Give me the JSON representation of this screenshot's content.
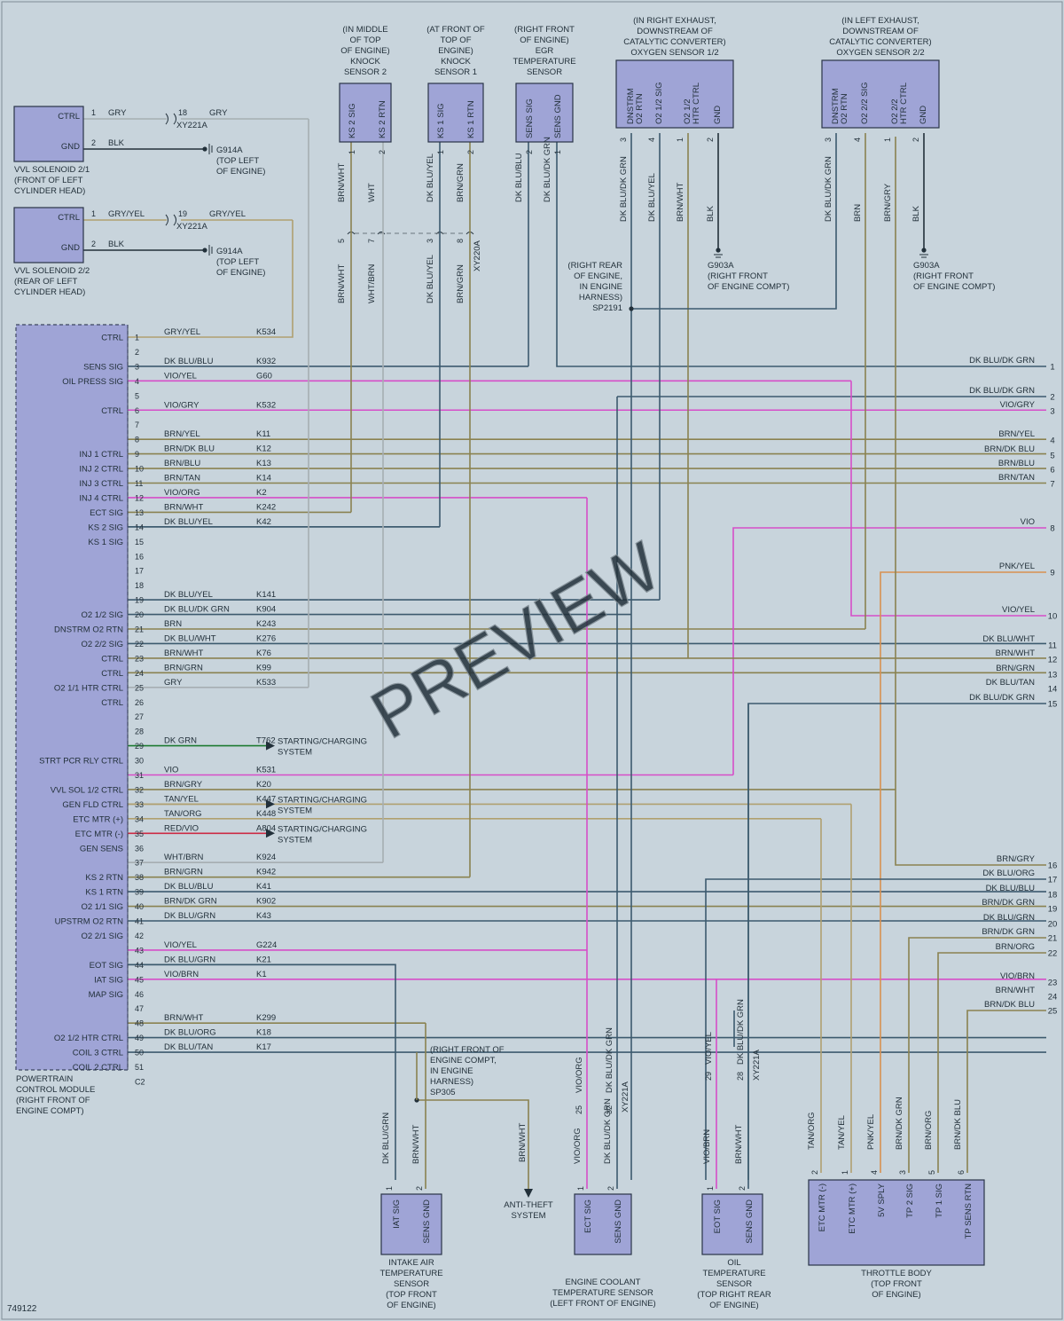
{
  "colors": {
    "background": "#c8d4dc",
    "component_fill": "#9fa4d6",
    "grey": "#a6aeb2",
    "dkblu": "#3c5a6e",
    "magenta": "#d64ec8",
    "olive": "#8a8250",
    "dkgreen": "#1c7a30",
    "red": "#cc2a44",
    "orange": "#d89050",
    "tan": "#b0a070",
    "violet": "#7a4aa0",
    "black": "#22303a"
  },
  "diagram_id": "749122",
  "watermark": "PREVIEW",
  "pcm": {
    "name": [
      "POWERTRAIN",
      "CONTROL MODULE",
      "(RIGHT FRONT OF",
      "ENGINE COMPT)"
    ],
    "connector": "C2",
    "pins": [
      {
        "n": "1",
        "func": "CTRL",
        "color": "GRY/YEL",
        "circuit": "K534"
      },
      {
        "n": "2",
        "func": "",
        "color": "",
        "circuit": ""
      },
      {
        "n": "3",
        "func": "SENS SIG",
        "color": "DK BLU/BLU",
        "circuit": "K932"
      },
      {
        "n": "4",
        "func": "OIL PRESS SIG",
        "color": "VIO/YEL",
        "circuit": "G60"
      },
      {
        "n": "5",
        "func": "",
        "color": "",
        "circuit": ""
      },
      {
        "n": "6",
        "func": "CTRL",
        "color": "VIO/GRY",
        "circuit": "K532"
      },
      {
        "n": "7",
        "func": "",
        "color": "",
        "circuit": ""
      },
      {
        "n": "8",
        "func": "",
        "color": "BRN/YEL",
        "circuit": "K11"
      },
      {
        "n": "9",
        "func": "INJ 1 CTRL",
        "color": "BRN/DK BLU",
        "circuit": "K12"
      },
      {
        "n": "10",
        "func": "INJ 2 CTRL",
        "color": "BRN/BLU",
        "circuit": "K13"
      },
      {
        "n": "11",
        "func": "INJ 3 CTRL",
        "color": "BRN/TAN",
        "circuit": "K14"
      },
      {
        "n": "12",
        "func": "INJ 4 CTRL",
        "color": "VIO/ORG",
        "circuit": "K2"
      },
      {
        "n": "13",
        "func": "ECT SIG",
        "color": "BRN/WHT",
        "circuit": "K242"
      },
      {
        "n": "14",
        "func": "KS 2 SIG",
        "color": "DK BLU/YEL",
        "circuit": "K42"
      },
      {
        "n": "15",
        "func": "KS 1 SIG",
        "color": "",
        "circuit": ""
      },
      {
        "n": "16",
        "func": "",
        "color": "",
        "circuit": ""
      },
      {
        "n": "17",
        "func": "",
        "color": "",
        "circuit": ""
      },
      {
        "n": "18",
        "func": "",
        "color": "",
        "circuit": ""
      },
      {
        "n": "19",
        "func": "",
        "color": "DK BLU/YEL",
        "circuit": "K141"
      },
      {
        "n": "20",
        "func": "O2 1/2 SIG",
        "color": "DK BLU/DK GRN",
        "circuit": "K904"
      },
      {
        "n": "21",
        "func": "DNSTRM O2 RTN",
        "color": "BRN",
        "circuit": "K243"
      },
      {
        "n": "22",
        "func": "O2 2/2 SIG",
        "color": "DK BLU/WHT",
        "circuit": "K276"
      },
      {
        "n": "23",
        "func": "CTRL",
        "color": "BRN/WHT",
        "circuit": "K76"
      },
      {
        "n": "24",
        "func": "CTRL",
        "color": "BRN/GRN",
        "circuit": "K99"
      },
      {
        "n": "25",
        "func": "O2 1/1 HTR CTRL",
        "color": "GRY",
        "circuit": "K533"
      },
      {
        "n": "26",
        "func": "CTRL",
        "color": "",
        "circuit": ""
      },
      {
        "n": "27",
        "func": "",
        "color": "",
        "circuit": ""
      },
      {
        "n": "28",
        "func": "",
        "color": "",
        "circuit": ""
      },
      {
        "n": "29",
        "func": "",
        "color": "DK GRN",
        "circuit": "T762"
      },
      {
        "n": "30",
        "func": "STRT PCR RLY CTRL",
        "color": "",
        "circuit": ""
      },
      {
        "n": "31",
        "func": "",
        "color": "VIO",
        "circuit": "K531"
      },
      {
        "n": "32",
        "func": "VVL SOL 1/2 CTRL",
        "color": "BRN/GRY",
        "circuit": "K20"
      },
      {
        "n": "33",
        "func": "GEN FLD CTRL",
        "color": "TAN/YEL",
        "circuit": "K447"
      },
      {
        "n": "34",
        "func": "ETC MTR (+)",
        "color": "TAN/ORG",
        "circuit": "K448"
      },
      {
        "n": "35",
        "func": "ETC MTR (-)",
        "color": "RED/VIO",
        "circuit": "A804"
      },
      {
        "n": "36",
        "func": "GEN SENS",
        "color": "",
        "circuit": ""
      },
      {
        "n": "37",
        "func": "",
        "color": "WHT/BRN",
        "circuit": "K924"
      },
      {
        "n": "38",
        "func": "KS 2 RTN",
        "color": "BRN/GRN",
        "circuit": "K942"
      },
      {
        "n": "39",
        "func": "KS 1 RTN",
        "color": "DK BLU/BLU",
        "circuit": "K41"
      },
      {
        "n": "40",
        "func": "O2 1/1 SIG",
        "color": "BRN/DK GRN",
        "circuit": "K902"
      },
      {
        "n": "41",
        "func": "UPSTRM O2 RTN",
        "color": "DK BLU/GRN",
        "circuit": "K43"
      },
      {
        "n": "42",
        "func": "O2 2/1 SIG",
        "color": "",
        "circuit": ""
      },
      {
        "n": "43",
        "func": "",
        "color": "VIO/YEL",
        "circuit": "G224"
      },
      {
        "n": "44",
        "func": "EOT SIG",
        "color": "DK BLU/GRN",
        "circuit": "K21"
      },
      {
        "n": "45",
        "func": "IAT SIG",
        "color": "VIO/BRN",
        "circuit": "K1"
      },
      {
        "n": "46",
        "func": "MAP SIG",
        "color": "",
        "circuit": ""
      },
      {
        "n": "47",
        "func": "",
        "color": "",
        "circuit": ""
      },
      {
        "n": "48",
        "func": "",
        "color": "BRN/WHT",
        "circuit": "K299"
      },
      {
        "n": "49",
        "func": "O2 1/2 HTR CTRL",
        "color": "DK BLU/ORG",
        "circuit": "K18"
      },
      {
        "n": "50",
        "func": "COIL 3 CTRL",
        "color": "DK BLU/TAN",
        "circuit": "K17"
      },
      {
        "n": "51",
        "func": "COIL 2 CTRL",
        "color": "",
        "circuit": ""
      }
    ]
  },
  "vvl1": {
    "name": [
      "VVL SOLENOID 2/1",
      "(FRONT OF LEFT",
      "CYLINDER HEAD)"
    ],
    "pins": [
      {
        "n": "1",
        "func": "CTRL",
        "color": "GRY"
      },
      {
        "n": "2",
        "func": "GND",
        "color": "BLK"
      }
    ],
    "conn": "XY221A",
    "conn_pin": "18",
    "conn_color": "GRY",
    "ground": [
      "G914A",
      "(TOP LEFT",
      "OF ENGINE)"
    ]
  },
  "vvl2": {
    "name": [
      "VVL SOLENOID 2/2",
      "(REAR OF LEFT",
      "CYLINDER HEAD)"
    ],
    "pins": [
      {
        "n": "1",
        "func": "CTRL",
        "color": "GRY/YEL"
      },
      {
        "n": "2",
        "func": "GND",
        "color": "BLK"
      }
    ],
    "conn": "XY221A",
    "conn_pin": "19",
    "conn_color": "GRY/YEL",
    "ground": [
      "G914A",
      "(TOP LEFT",
      "OF ENGINE)"
    ]
  },
  "ks2": {
    "name": [
      "(IN MIDDLE",
      "OF TOP",
      "OF ENGINE)",
      "KNOCK",
      "SENSOR 2"
    ],
    "pins": [
      {
        "n": "1",
        "func": "KS 2 SIG",
        "color": "BRN/WHT",
        "lower": "BRN/WHT",
        "cp": "5"
      },
      {
        "n": "2",
        "func": "KS 2 RTN",
        "color": "WHT",
        "lower": "WHT/BRN",
        "cp": "7"
      }
    ]
  },
  "ks1": {
    "name": [
      "(AT FRONT OF",
      "TOP OF",
      "ENGINE)",
      "KNOCK",
      "SENSOR 1"
    ],
    "pins": [
      {
        "n": "1",
        "func": "KS 1 SIG",
        "color": "DK BLU/YEL",
        "lower": "DK BLU/YEL",
        "cp": "3"
      },
      {
        "n": "2",
        "func": "KS 1 RTN",
        "color": "BRN/GRN",
        "lower": "BRN/GRN",
        "cp": "8"
      }
    ],
    "conn": "XY220A"
  },
  "egr": {
    "name": [
      "(RIGHT FRONT",
      "OF ENGINE)",
      "EGR",
      "TEMPERATURE",
      "SENSOR"
    ],
    "pins": [
      {
        "n": "2",
        "func": "SENS SIG",
        "color": "DK BLU/BLU"
      },
      {
        "n": "1",
        "func": "SENS GND",
        "color": "DK BLU/DK GRN"
      }
    ]
  },
  "o2_12": {
    "name": [
      "(IN RIGHT EXHAUST,",
      "DOWNSTREAM OF",
      "CATALYTIC CONVERTER)",
      "OXYGEN SENSOR 1/2"
    ],
    "pins": [
      {
        "n": "3",
        "func": [
          "DNSTRM",
          "O2 RTN"
        ],
        "color": "DK BLU/DK GRN"
      },
      {
        "n": "4",
        "func": [
          "O2 1/2 SIG"
        ],
        "color": "DK BLU/YEL"
      },
      {
        "n": "1",
        "func": [
          "O2 1/2",
          "HTR CTRL"
        ],
        "color": "BRN/WHT"
      },
      {
        "n": "2",
        "func": [
          "GND"
        ],
        "color": "BLK"
      }
    ],
    "ground": [
      "G903A",
      "(RIGHT FRONT",
      "OF ENGINE COMPT)"
    ]
  },
  "o2_22": {
    "name": [
      "(IN LEFT EXHAUST,",
      "DOWNSTREAM OF",
      "CATALYTIC CONVERTER)",
      "OXYGEN SENSOR 2/2"
    ],
    "pins": [
      {
        "n": "3",
        "func": [
          "DNSTRM",
          "O2 RTN"
        ],
        "color": "DK BLU/DK GRN"
      },
      {
        "n": "4",
        "func": [
          "O2 2/2 SIG"
        ],
        "color": "BRN"
      },
      {
        "n": "1",
        "func": [
          "O2 2/2",
          "HTR CTRL"
        ],
        "color": "BRN/GRY"
      },
      {
        "n": "2",
        "func": [
          "GND"
        ],
        "color": "BLK"
      }
    ],
    "ground": [
      "G903A",
      "(RIGHT FRONT",
      "OF ENGINE COMPT)"
    ]
  },
  "sp2191": [
    "(RIGHT REAR",
    "OF ENGINE,",
    "IN ENGINE",
    "HARNESS)",
    "SP2191"
  ],
  "sp305": [
    "(RIGHT FRONT OF",
    "ENGINE COMPT,",
    "IN ENGINE",
    "HARNESS)",
    "SP305"
  ],
  "system_labels": {
    "starting": [
      "STARTING/CHARGING",
      "SYSTEM"
    ],
    "anti_theft": [
      "ANTI-THEFT",
      "SYSTEM"
    ]
  },
  "right_edge": [
    {
      "n": "1",
      "color": "DK BLU/DK GRN"
    },
    {
      "n": "2",
      "color": "DK BLU/DK GRN"
    },
    {
      "n": "3",
      "color": "VIO/GRY"
    },
    {
      "n": "4",
      "color": "BRN/YEL"
    },
    {
      "n": "5",
      "color": "BRN/DK BLU"
    },
    {
      "n": "6",
      "color": "BRN/BLU"
    },
    {
      "n": "7",
      "color": "BRN/TAN"
    },
    {
      "n": "8",
      "color": "VIO"
    },
    {
      "n": "9",
      "color": "PNK/YEL"
    },
    {
      "n": "10",
      "color": "VIO/YEL"
    },
    {
      "n": "11",
      "color": "DK BLU/WHT"
    },
    {
      "n": "12",
      "color": "BRN/WHT"
    },
    {
      "n": "13",
      "color": "BRN/GRN"
    },
    {
      "n": "14",
      "color": "DK BLU/TAN"
    },
    {
      "n": "15",
      "color": "DK BLU/DK GRN"
    },
    {
      "n": "16",
      "color": "BRN/GRY"
    },
    {
      "n": "17",
      "color": "DK BLU/ORG"
    },
    {
      "n": "18",
      "color": "DK BLU/BLU"
    },
    {
      "n": "19",
      "color": "BRN/DK GRN"
    },
    {
      "n": "20",
      "color": "DK BLU/GRN"
    },
    {
      "n": "21",
      "color": "BRN/DK GRN"
    },
    {
      "n": "22",
      "color": "BRN/ORG"
    },
    {
      "n": "23",
      "color": "VIO/BRN"
    },
    {
      "n": "24",
      "color": "BRN/WHT"
    },
    {
      "n": "25",
      "color": "BRN/DK BLU"
    }
  ],
  "iat": {
    "name": [
      "INTAKE AIR",
      "TEMPERATURE",
      "SENSOR",
      "(TOP FRONT",
      "OF ENGINE)"
    ],
    "pins": [
      {
        "n": "1",
        "func": "IAT SIG",
        "color": "DK BLU/GRN"
      },
      {
        "n": "2",
        "func": "SENS GND",
        "color": "BRN/WHT"
      }
    ]
  },
  "ect": {
    "name": [
      "ENGINE COOLANT",
      "TEMPERATURE SENSOR",
      "(LEFT FRONT OF ENGINE)"
    ],
    "pins": [
      {
        "n": "1",
        "func": "ECT SIG",
        "color": "VIO/ORG",
        "upper": "VIO/ORG",
        "cp": "25"
      },
      {
        "n": "2",
        "func": "SENS GND",
        "color": "DK BLU/DK GRN",
        "upper": "DK BLU/DK GRN",
        "cp": "32"
      }
    ],
    "conn": "XY221A"
  },
  "eot": {
    "name": [
      "OIL",
      "TEMPERATURE",
      "SENSOR",
      "(TOP RIGHT REAR",
      "OF ENGINE)"
    ],
    "pins": [
      {
        "n": "1",
        "func": "EOT SIG",
        "color": "VIO/BRN",
        "upper": "VIO/YEL",
        "cp": "29"
      },
      {
        "n": "2",
        "func": "SENS GND",
        "color": "BRN/WHT",
        "upper": "DK BLU/DK GRN",
        "cp": "28"
      }
    ],
    "conn": "XY221A"
  },
  "throttle": {
    "name": [
      "THROTTLE BODY",
      "(TOP FRONT",
      "OF ENGINE)"
    ],
    "pins": [
      {
        "n": "2",
        "func": "ETC MTR (-)",
        "color": "TAN/ORG"
      },
      {
        "n": "1",
        "func": "ETC MTR (+)",
        "color": "TAN/YEL"
      },
      {
        "n": "4",
        "func": "5V SPLY",
        "color": "PNK/YEL"
      },
      {
        "n": "3",
        "func": "TP 2 SIG",
        "color": "BRN/DK GRN"
      },
      {
        "n": "5",
        "func": "TP 1 SIG",
        "color": "BRN/ORG"
      },
      {
        "n": "6",
        "func": "TP SENS RTN",
        "color": "BRN/DK BLU"
      }
    ]
  }
}
